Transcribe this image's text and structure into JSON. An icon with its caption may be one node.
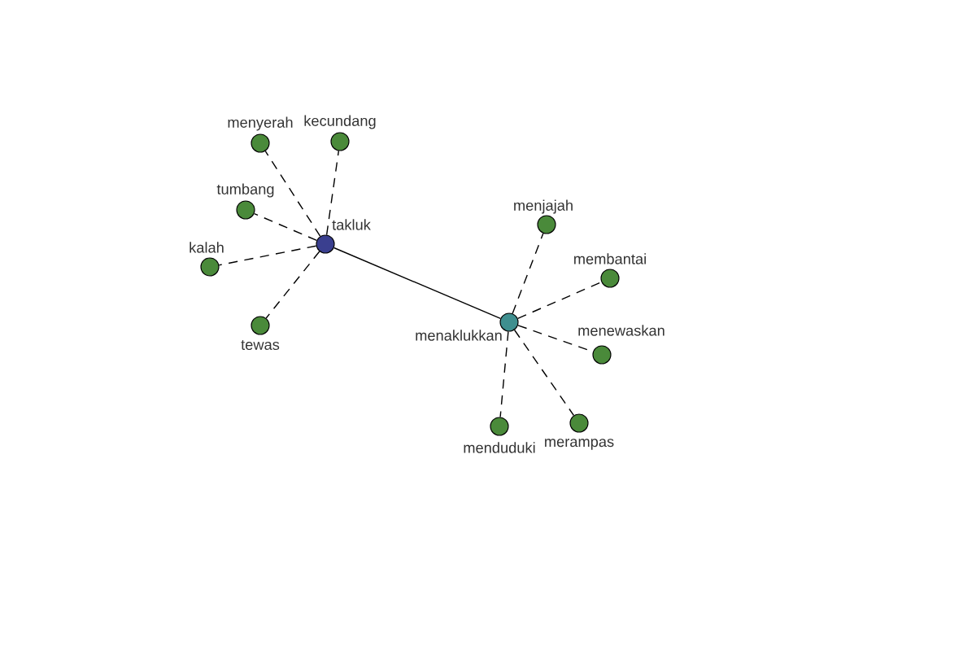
{
  "diagram": {
    "nodes": [
      {
        "text": [
          "takluk"
        ]
      },
      {
        "text": [
          "menyerah"
        ]
      },
      {
        "text": [
          "kecundang"
        ]
      },
      {
        "text": [
          "tumbang"
        ]
      },
      {
        "text": [
          "kalah"
        ]
      },
      {
        "text": [
          "tewas"
        ]
      },
      {
        "text": [
          "menaklukkan"
        ]
      },
      {
        "text": [
          "menjajah"
        ]
      },
      {
        "text": [
          "membantai"
        ]
      },
      {
        "text": [
          "menewaskan"
        ]
      },
      {
        "text": [
          "menduduki"
        ]
      },
      {
        "text": [
          "merampas"
        ]
      }
    ],
    "edges": [
      {
        "from": 0,
        "to": 1,
        "arrow": "none",
        "style": "dashed"
      },
      {
        "from": 0,
        "to": 2,
        "arrow": "none",
        "style": "dashed"
      },
      {
        "from": 0,
        "to": 3,
        "arrow": "none",
        "style": "dashed"
      },
      {
        "from": 0,
        "to": 4,
        "arrow": "none",
        "style": "dashed"
      },
      {
        "from": 0,
        "to": 5,
        "arrow": "none",
        "style": "dashed"
      },
      {
        "from": 0,
        "to": 6,
        "arrow": "none"
      },
      {
        "from": 6,
        "to": 7,
        "arrow": "none",
        "style": "dashed"
      },
      {
        "from": 6,
        "to": 8,
        "arrow": "none",
        "style": "dashed"
      },
      {
        "from": 6,
        "to": 9,
        "arrow": "none",
        "style": "dashed"
      },
      {
        "from": 6,
        "to": 10,
        "arrow": "none",
        "style": "dashed"
      },
      {
        "from": 6,
        "to": 11,
        "arrow": "none",
        "style": "dashed"
      }
    ]
  }
}
